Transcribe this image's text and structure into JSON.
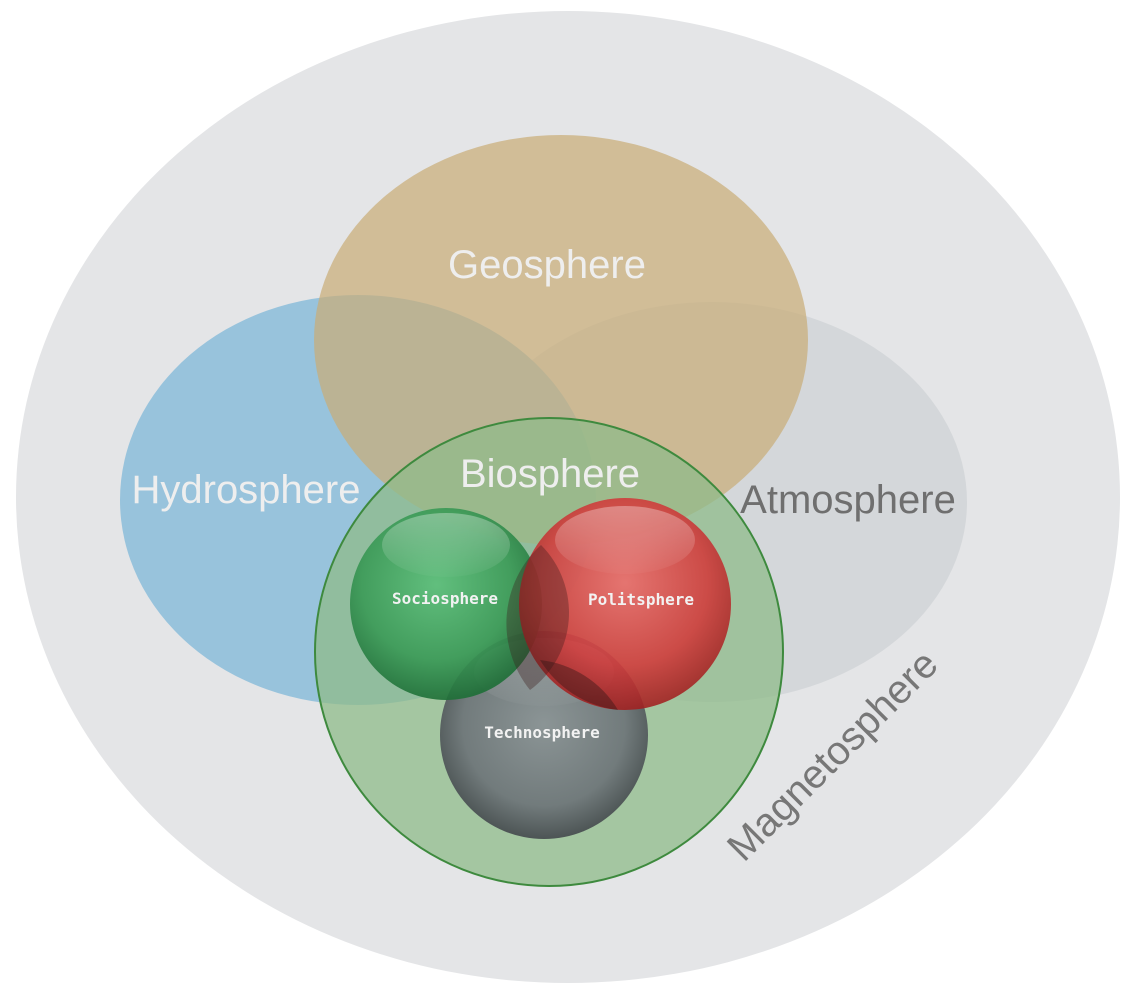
{
  "diagram": {
    "labels": {
      "magnetosphere": "Magnetosphere",
      "geosphere": "Geosphere",
      "hydrosphere": "Hydrosphere",
      "atmosphere": "Atmosphere",
      "biosphere": "Biosphere",
      "sociosphere": "Sociosphere",
      "politsphere": "Politsphere",
      "technosphere": "Technosphere"
    },
    "colors": {
      "magnetosphere": "#e4e5e7",
      "geosphere": "#cfb98f",
      "hydrosphere": "#98c3dc",
      "atmosphere": "#d3d6d9",
      "biosphere": "#a3c39e",
      "biosphere_border": "#3e8a3e",
      "sociosphere": "#3c9a58",
      "politsphere": "#d13a3a",
      "technosphere": "#6e7579",
      "label_light": "#eeeeee",
      "label_dark": "#6f6f6f"
    }
  }
}
